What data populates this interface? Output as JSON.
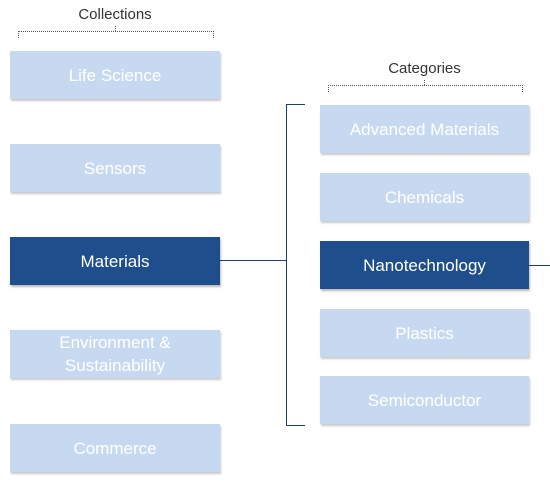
{
  "collections": {
    "heading": "Collections",
    "items": [
      {
        "label": "Life Science",
        "selected": false
      },
      {
        "label": "Sensors",
        "selected": false
      },
      {
        "label": "Materials",
        "selected": true
      },
      {
        "label": "Environment & Sustainability",
        "selected": false
      },
      {
        "label": "Commerce",
        "selected": false
      }
    ]
  },
  "categories": {
    "heading": "Categories",
    "items": [
      {
        "label": "Advanced Materials",
        "selected": false
      },
      {
        "label": "Chemicals",
        "selected": false
      },
      {
        "label": "Nanotechnology",
        "selected": true
      },
      {
        "label": "Plastics",
        "selected": false
      },
      {
        "label": "Semiconductor",
        "selected": false
      }
    ]
  },
  "colors": {
    "unselected_fill": "#c7d9f1",
    "selected_fill": "#1f4e8c",
    "connector": "#1f3f66"
  }
}
